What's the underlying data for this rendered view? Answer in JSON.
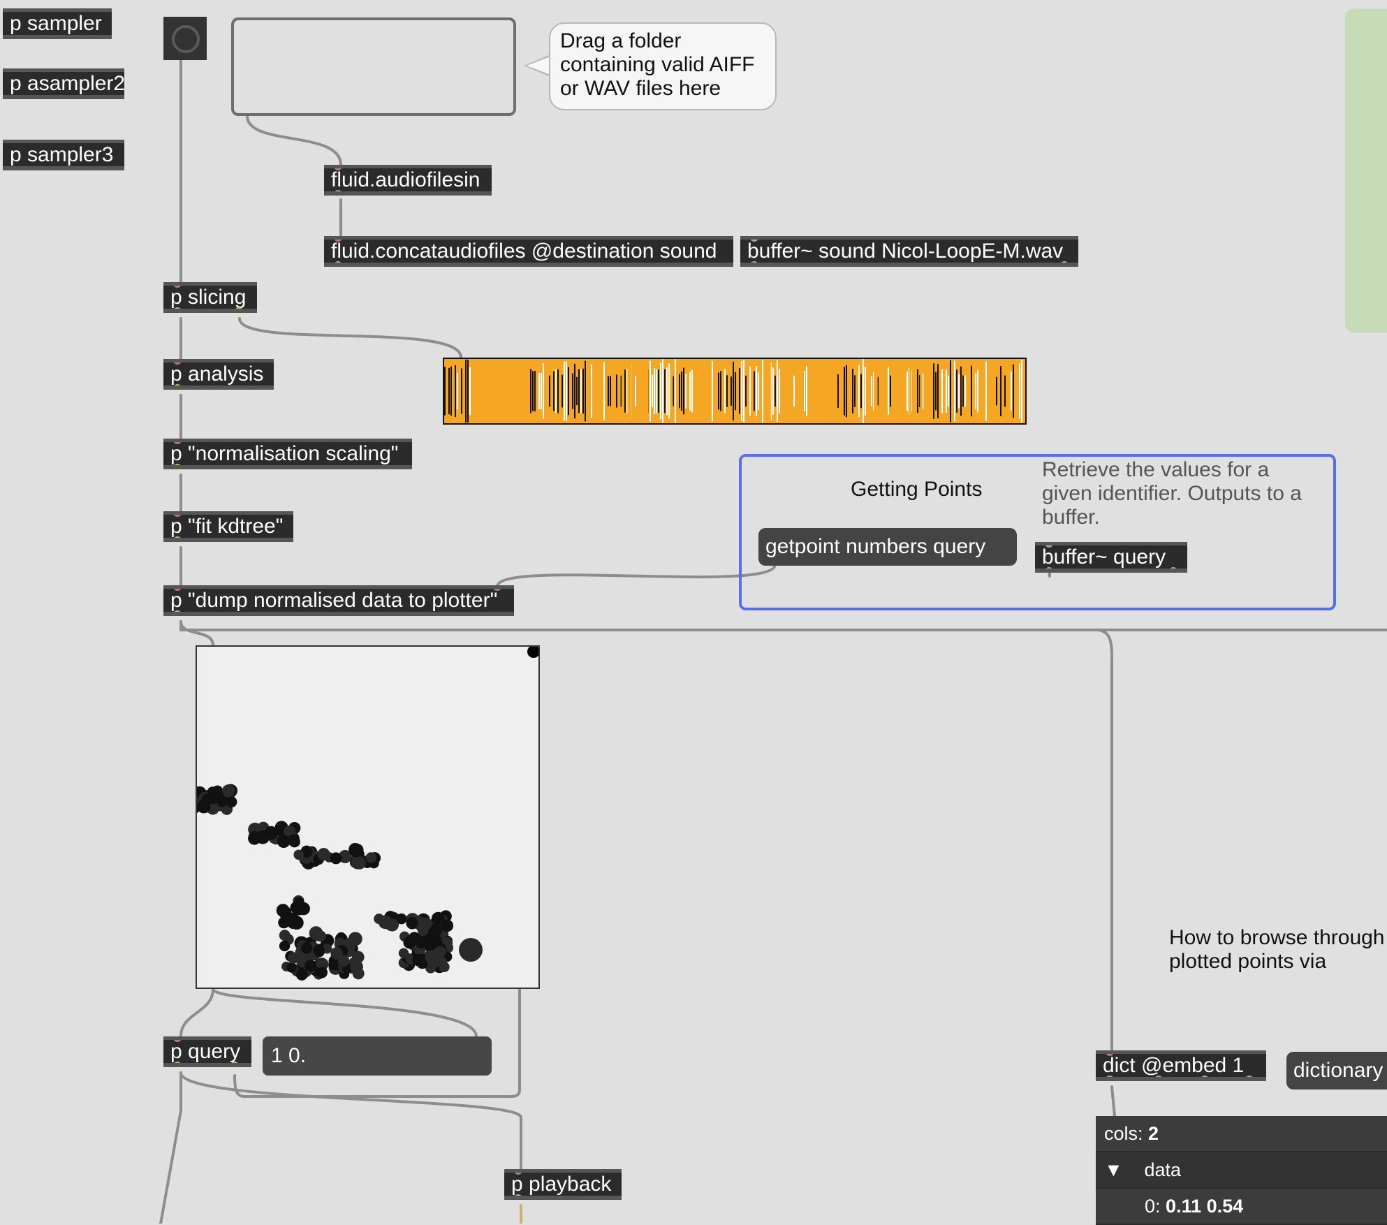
{
  "subpatchers": {
    "sampler": "p sampler",
    "asampler2": "p asampler2",
    "sampler3": "p sampler3"
  },
  "drop_hint": "Drag a folder containing valid AIFF or WAV files here",
  "objects": {
    "audiofilesin": "fluid.audiofilesin",
    "concat": "fluid.concataudiofiles @destination sound",
    "buffer_sound": "buffer~ sound Nicol-LoopE-M.wav",
    "slicing": "p slicing",
    "analysis": "p analysis",
    "normalisation": "p \"normalisation scaling\"",
    "fit_kdtree": "p \"fit kdtree\"",
    "dump_plotter": "p \"dump normalised data to plotter\"",
    "query": "p query",
    "playback": "p playback",
    "dict_embed": "dict @embed 1",
    "dictionary": "dictionary",
    "buffer_query": "buffer~ query"
  },
  "getting_points": {
    "title": "Getting Points",
    "description": "Retrieve the values for a given identifier. Outputs to a buffer.",
    "message": "getpoint numbers query"
  },
  "number_message": "1 0.",
  "browse_comment": "How to browse through plotted points via keybo",
  "dict_view": {
    "cols_label": "cols:",
    "cols_value": "2",
    "data_label": "data",
    "row0_label": "0:",
    "row0_value": "0.11 0.54"
  },
  "colors": {
    "waveform_bg": "#f5a623",
    "panel_border": "#5b6ee8",
    "green_panel": "#c6dcb6"
  }
}
